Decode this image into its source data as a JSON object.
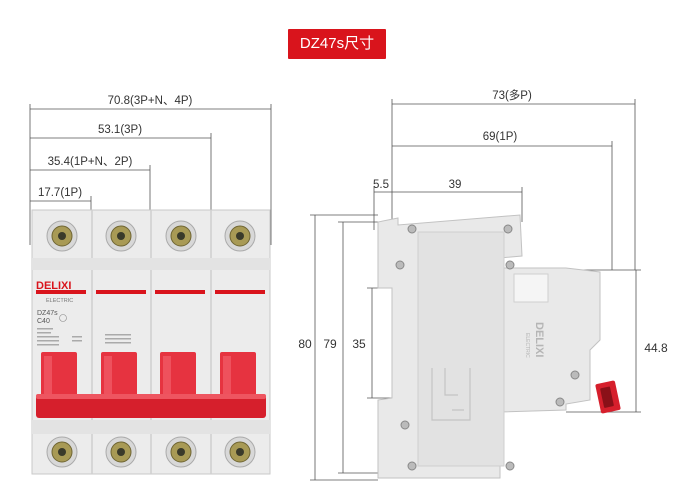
{
  "title": "DZ47s尺寸",
  "front_view": {
    "dims": {
      "width_4p": "70.8(3P+N、4P)",
      "width_3p": "53.1(3P)",
      "width_2p": "35.4(1P+N、2P)",
      "width_1p": "17.7(1P)"
    },
    "label": {
      "brand": "DELIXI",
      "sub": "ELECTRIC",
      "model": "DZ47s",
      "rating": "C40"
    }
  },
  "side_view": {
    "dims": {
      "depth_multi": "73(多P)",
      "depth_1p": "69(1P)",
      "offset": "5.5",
      "top_depth": "39",
      "height_total": "80",
      "height_body": "79",
      "rail": "35",
      "handle_height": "44.8"
    },
    "brand": "DELIXI",
    "sub": "ELECTRIC"
  },
  "colors": {
    "accent": "#d9141c",
    "handle": "#e63340",
    "body": "#ececec"
  }
}
